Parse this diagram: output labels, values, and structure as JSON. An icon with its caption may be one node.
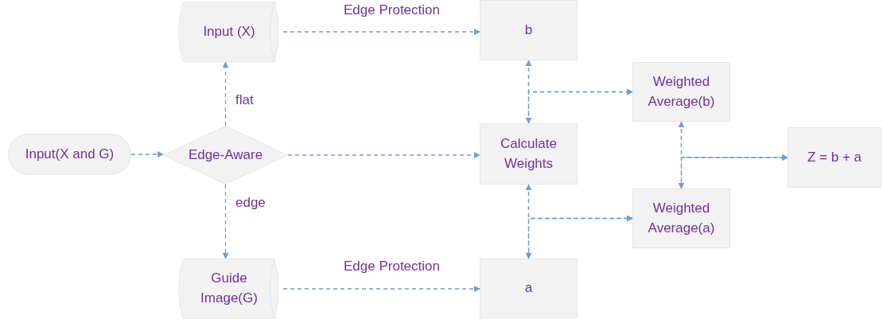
{
  "diagram": {
    "nodes": [
      {
        "text": [
          "Input(X and G)"
        ]
      },
      {
        "text": [
          "Edge-Aware"
        ]
      },
      {
        "text": [
          "Input (X)"
        ]
      },
      {
        "text": [
          "Guide Image(G)"
        ]
      },
      {
        "text": [
          "b"
        ]
      },
      {
        "text": [
          "Calculate Weights"
        ]
      },
      {
        "text": [
          "a"
        ]
      },
      {
        "text": [
          "Weighted Average(b)"
        ]
      },
      {
        "text": [
          "Weighted Average(a)"
        ]
      },
      {
        "text": [
          "Z = b + a"
        ]
      }
    ],
    "edges": [
      {
        "from": 0,
        "to": 1,
        "arrow": "to",
        "style": "dashed"
      },
      {
        "from": 1,
        "to": 2,
        "arrow": "to",
        "label": "flat",
        "style": "dashed"
      },
      {
        "from": 1,
        "to": 3,
        "arrow": "to",
        "label": "edge",
        "style": "dashed"
      },
      {
        "from": 1,
        "to": 5,
        "arrow": "to",
        "style": "dashed"
      },
      {
        "from": 2,
        "to": 4,
        "arrow": "to",
        "label": "Edge Protection",
        "style": "dashed"
      },
      {
        "from": 3,
        "to": 6,
        "arrow": "to",
        "label": "Edge Protection",
        "style": "dashed"
      },
      {
        "from": 4,
        "to": 5,
        "arrow": "both",
        "style": "dashed"
      },
      {
        "from": 4,
        "to": 7,
        "arrow": "to",
        "style": "dashed"
      },
      {
        "from": 5,
        "to": 7,
        "arrow": "to",
        "style": "dashed"
      },
      {
        "from": 5,
        "to": 6,
        "arrow": "both",
        "style": "dashed"
      },
      {
        "from": 5,
        "to": 8,
        "arrow": "to",
        "style": "dashed"
      },
      {
        "from": 6,
        "to": 8,
        "arrow": "to",
        "style": "dashed"
      },
      {
        "from": 7,
        "to": 8,
        "arrow": "both",
        "style": "dashed"
      },
      {
        "from": 7,
        "to": 9,
        "arrow": "to",
        "style": "dashed"
      },
      {
        "from": 8,
        "to": 9,
        "arrow": "to",
        "style": "dashed"
      }
    ]
  }
}
